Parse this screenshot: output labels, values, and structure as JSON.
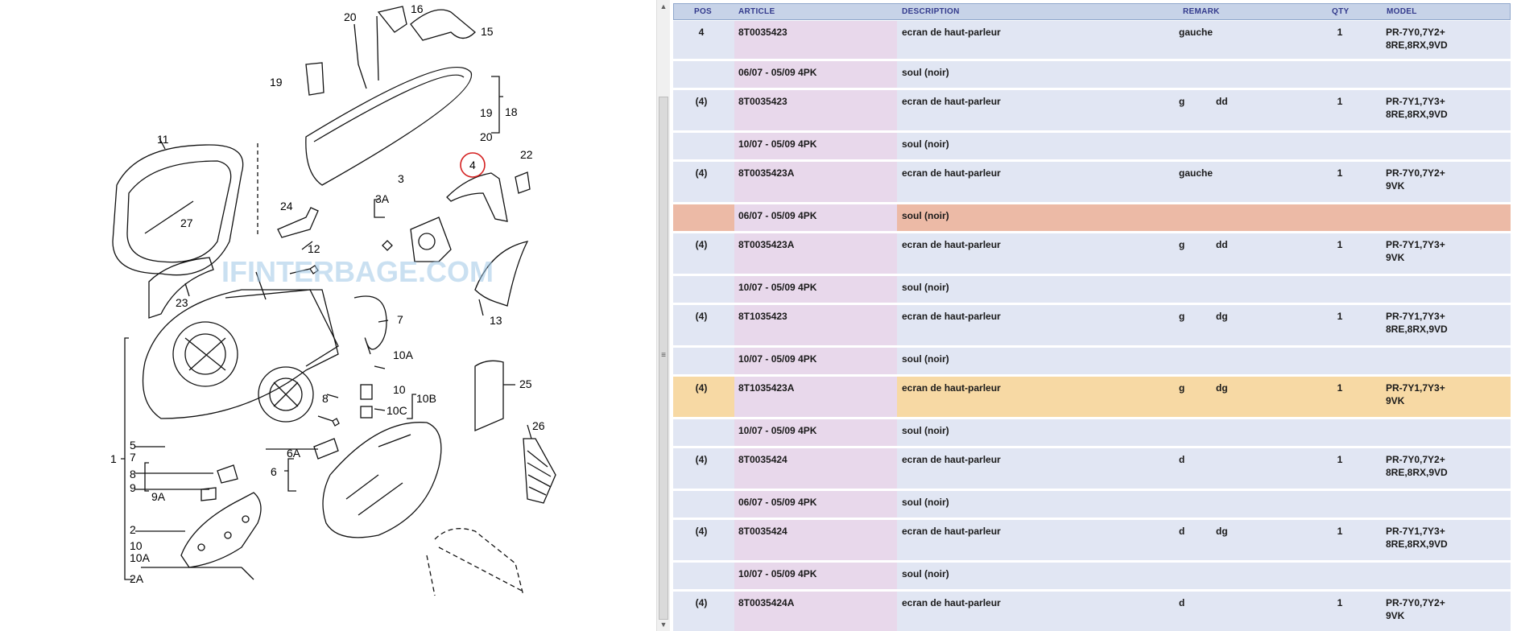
{
  "diagram": {
    "watermark": "IFINTERBAGE.COM",
    "callouts": [
      "20",
      "16",
      "15",
      "19",
      "18",
      "19",
      "20",
      "11",
      "27",
      "22",
      "4",
      "3",
      "3A",
      "24",
      "12",
      "23",
      "7",
      "10A",
      "13",
      "25",
      "10",
      "10B",
      "10C",
      "8",
      "26",
      "1",
      "7",
      "5",
      "8",
      "9",
      "9A",
      "6A",
      "6",
      "2",
      "10",
      "10A",
      "2A"
    ]
  },
  "table": {
    "headers": {
      "pos": "POS",
      "article": "ARTICLE",
      "description": "DESCRIPTION",
      "remark": "REMARK",
      "qty": "QTY",
      "model": "MODEL"
    },
    "rows": [
      {
        "kind": "main",
        "pos": "4",
        "article": "8T0035423",
        "description": "ecran de haut-parleur",
        "remark": "gauche",
        "remark2": "",
        "qty": "1",
        "model": "PR-7Y0,7Y2+\n8RE,8RX,9VD"
      },
      {
        "kind": "note",
        "pos": "",
        "article": "06/07 - 05/09  4PK",
        "description": "soul (noir)",
        "remark": "",
        "remark2": "",
        "qty": "",
        "model": ""
      },
      {
        "kind": "main",
        "pos": "(4)",
        "article": "8T0035423",
        "description": "ecran de haut-parleur",
        "remark": "g",
        "remark2": "dd",
        "qty": "1",
        "model": "PR-7Y1,7Y3+\n8RE,8RX,9VD"
      },
      {
        "kind": "note",
        "pos": "",
        "article": "10/07 - 05/09  4PK",
        "description": "soul (noir)",
        "remark": "",
        "remark2": "",
        "qty": "",
        "model": ""
      },
      {
        "kind": "main",
        "pos": "(4)",
        "article": "8T0035423A",
        "description": "ecran de haut-parleur",
        "remark": "gauche",
        "remark2": "",
        "qty": "1",
        "model": "PR-7Y0,7Y2+\n9VK"
      },
      {
        "kind": "note",
        "pos": "",
        "article": "06/07 - 05/09  4PK",
        "description": "soul (noir)",
        "remark": "",
        "remark2": "",
        "qty": "",
        "model": "",
        "highlight": "salmon"
      },
      {
        "kind": "main",
        "pos": "(4)",
        "article": "8T0035423A",
        "description": "ecran de haut-parleur",
        "remark": "g",
        "remark2": "dd",
        "qty": "1",
        "model": "PR-7Y1,7Y3+\n9VK"
      },
      {
        "kind": "note",
        "pos": "",
        "article": "10/07 - 05/09  4PK",
        "description": "soul (noir)",
        "remark": "",
        "remark2": "",
        "qty": "",
        "model": ""
      },
      {
        "kind": "main",
        "pos": "(4)",
        "article": "8T1035423",
        "description": "ecran de haut-parleur",
        "remark": "g",
        "remark2": "dg",
        "qty": "1",
        "model": "PR-7Y1,7Y3+\n8RE,8RX,9VD"
      },
      {
        "kind": "note",
        "pos": "",
        "article": "10/07 - 05/09  4PK",
        "description": "soul (noir)",
        "remark": "",
        "remark2": "",
        "qty": "",
        "model": ""
      },
      {
        "kind": "main",
        "pos": "(4)",
        "article": "8T1035423A",
        "description": "ecran de haut-parleur",
        "remark": "g",
        "remark2": "dg",
        "qty": "1",
        "model": "PR-7Y1,7Y3+\n9VK",
        "highlight": "amber"
      },
      {
        "kind": "note",
        "pos": "",
        "article": "10/07 - 05/09  4PK",
        "description": "soul (noir)",
        "remark": "",
        "remark2": "",
        "qty": "",
        "model": ""
      },
      {
        "kind": "main",
        "pos": "(4)",
        "article": "8T0035424",
        "description": "ecran de haut-parleur",
        "remark": "d",
        "remark2": "",
        "qty": "1",
        "model": "PR-7Y0,7Y2+\n8RE,8RX,9VD"
      },
      {
        "kind": "note",
        "pos": "",
        "article": "06/07 - 05/09  4PK",
        "description": "soul (noir)",
        "remark": "",
        "remark2": "",
        "qty": "",
        "model": ""
      },
      {
        "kind": "main",
        "pos": "(4)",
        "article": "8T0035424",
        "description": "ecran de haut-parleur",
        "remark": "d",
        "remark2": "dg",
        "qty": "1",
        "model": "PR-7Y1,7Y3+\n8RE,8RX,9VD"
      },
      {
        "kind": "note",
        "pos": "",
        "article": "10/07 - 05/09  4PK",
        "description": "soul (noir)",
        "remark": "",
        "remark2": "",
        "qty": "",
        "model": ""
      },
      {
        "kind": "main",
        "pos": "(4)",
        "article": "8T0035424A",
        "description": "ecran de haut-parleur",
        "remark": "d",
        "remark2": "",
        "qty": "1",
        "model": "PR-7Y0,7Y2+\n9VK"
      }
    ]
  },
  "scrollbar": {
    "up_icon": "triangle-up",
    "down_icon": "triangle-down",
    "grip_icon": "grip-lines"
  },
  "colors": {
    "header_bg": "#c7d3e8",
    "header_text": "#333a8c",
    "row_bg": "#e1e6f3",
    "article_col_bg": "#e8d8eb",
    "highlight_salmon": "#ecbaa6",
    "highlight_amber": "#f7d9a4",
    "callout_circle": "#d42020"
  }
}
